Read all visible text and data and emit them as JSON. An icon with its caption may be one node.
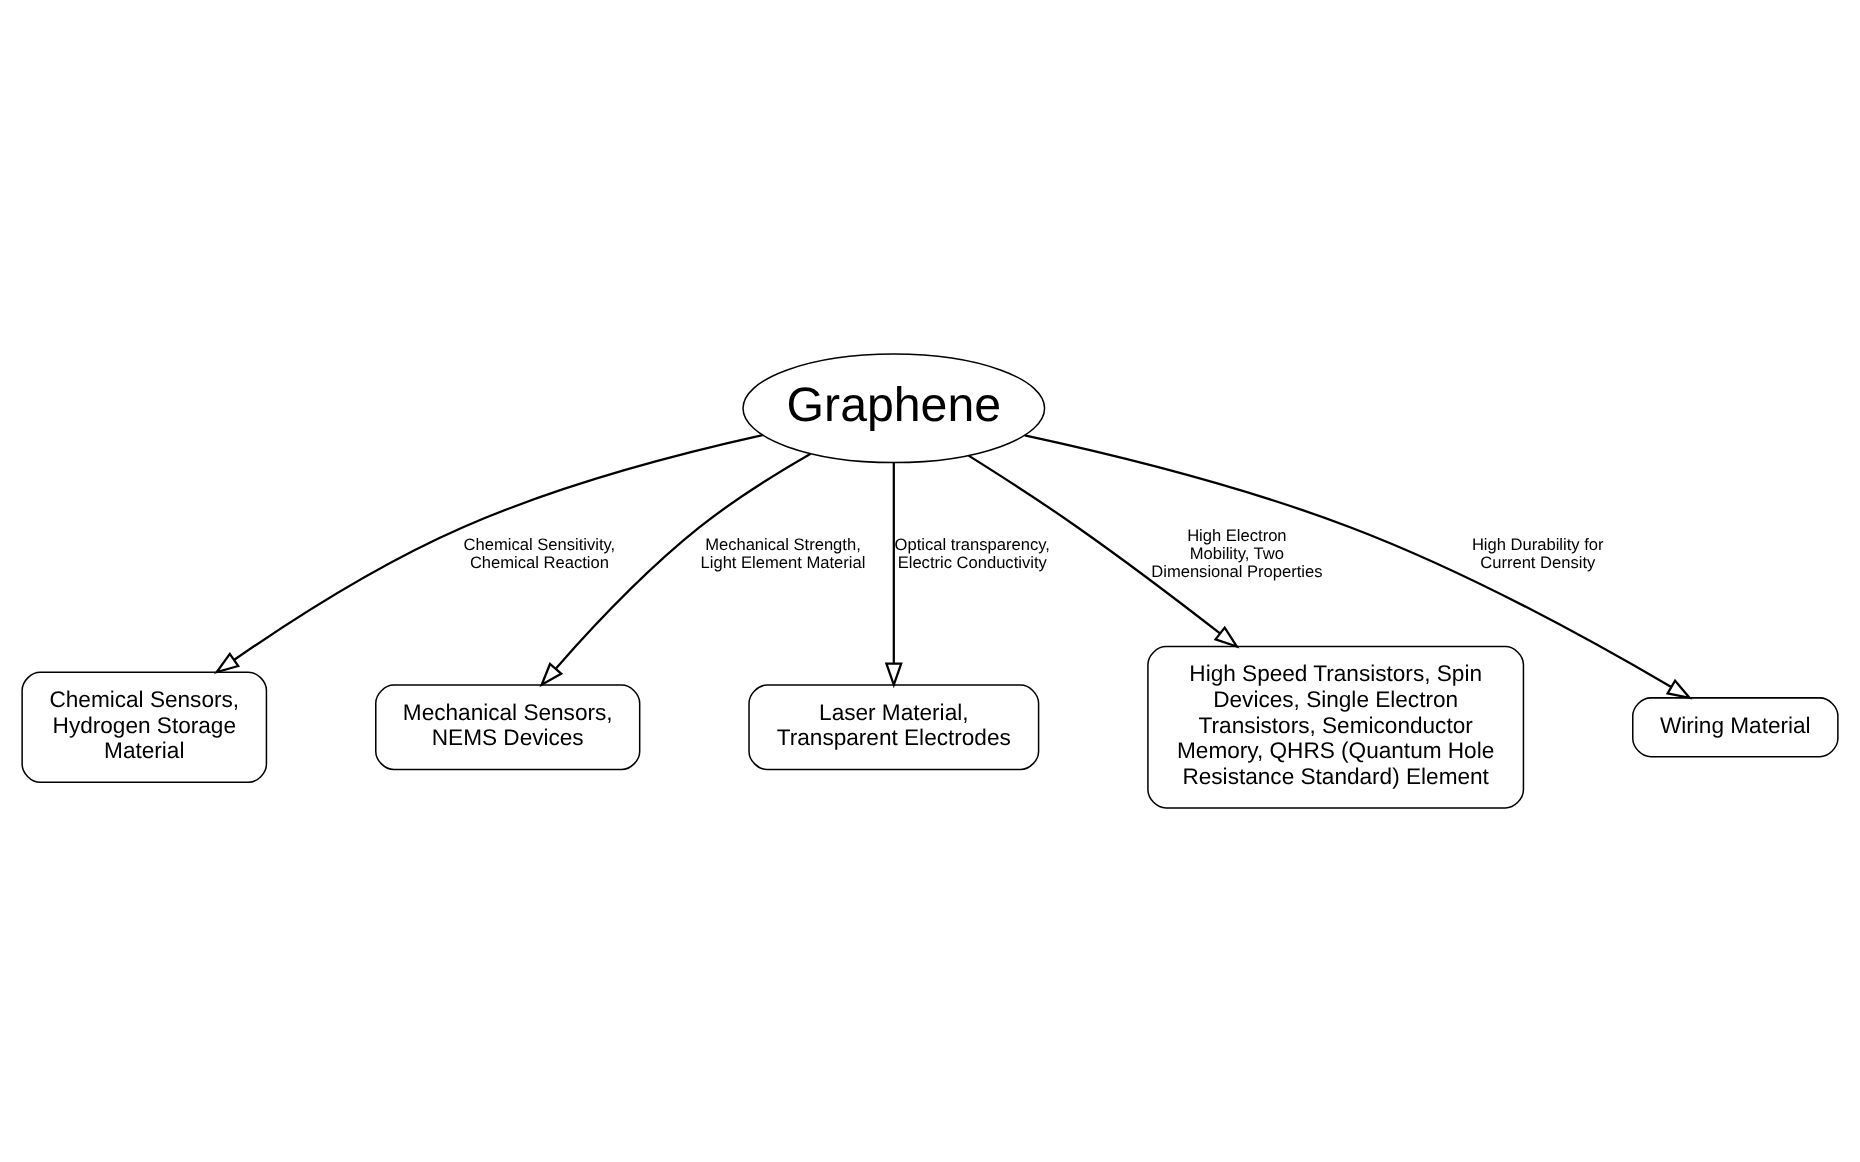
{
  "diagram": {
    "nodes": [
      {
        "text": [
          "Graphene"
        ]
      },
      {
        "text": [
          "Chemical Sensors, Hydrogen Storage Material"
        ]
      },
      {
        "text": [
          "Mechanical Sensors, NEMS Devices"
        ]
      },
      {
        "text": [
          "Laser Material, Transparent Electrodes"
        ]
      },
      {
        "text": [
          "High Speed Transistors, Spin Devices, Single Electron Transistors, Semiconductor Memory, QHRS (Quantum Hole Resistance Standard) Element"
        ]
      },
      {
        "text": [
          "Wiring Material"
        ]
      }
    ],
    "edges": [
      {
        "from": 0,
        "to": 1,
        "arrow": "to",
        "label": "Chemical Sensitivity, Chemical Reaction"
      },
      {
        "from": 0,
        "to": 2,
        "arrow": "to",
        "label": "Mechanical Strength, Light Element Material"
      },
      {
        "from": 0,
        "to": 4,
        "arrow": "to",
        "label": "High Electron Mobility, Two Dimensional Properties"
      },
      {
        "from": 0,
        "to": 3,
        "arrow": "to",
        "label": "Optical transparency, Electric Conductivity"
      },
      {
        "from": 0,
        "to": 5,
        "arrow": "to",
        "label": "High Durability for Current Density"
      }
    ]
  }
}
